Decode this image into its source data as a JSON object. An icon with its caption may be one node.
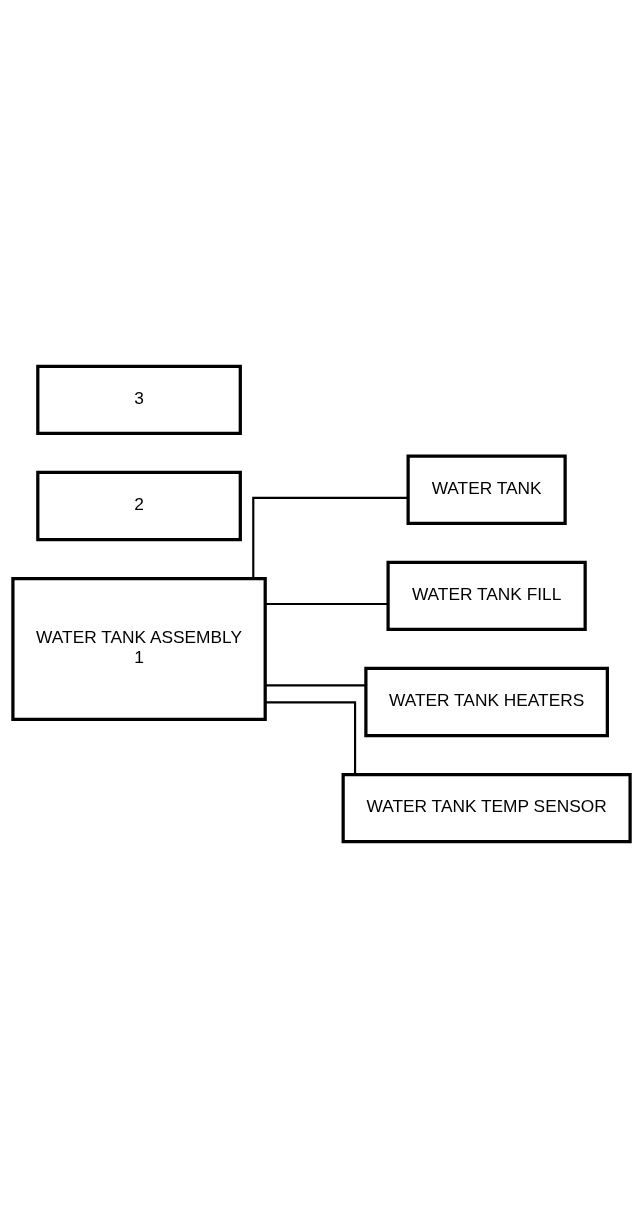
{
  "diagram": {
    "nodes": [
      {
        "text": [
          "WATER TANK ASSEMBLY",
          "1"
        ]
      },
      {
        "text": [
          "2"
        ]
      },
      {
        "text": [
          "3"
        ]
      },
      {
        "text": [
          "WATER TANK"
        ]
      },
      {
        "text": [
          "WATER TANK FILL"
        ]
      },
      {
        "text": [
          "WATER TANK HEATERS"
        ]
      },
      {
        "text": [
          "WATER TANK TEMP SENSOR"
        ]
      }
    ],
    "edges": [
      {
        "from": 0,
        "to": 3,
        "arrow": "none"
      },
      {
        "from": 0,
        "to": 4,
        "arrow": "none"
      },
      {
        "from": 0,
        "to": 5,
        "arrow": "none"
      },
      {
        "from": 0,
        "to": 6,
        "arrow": "none"
      }
    ]
  }
}
